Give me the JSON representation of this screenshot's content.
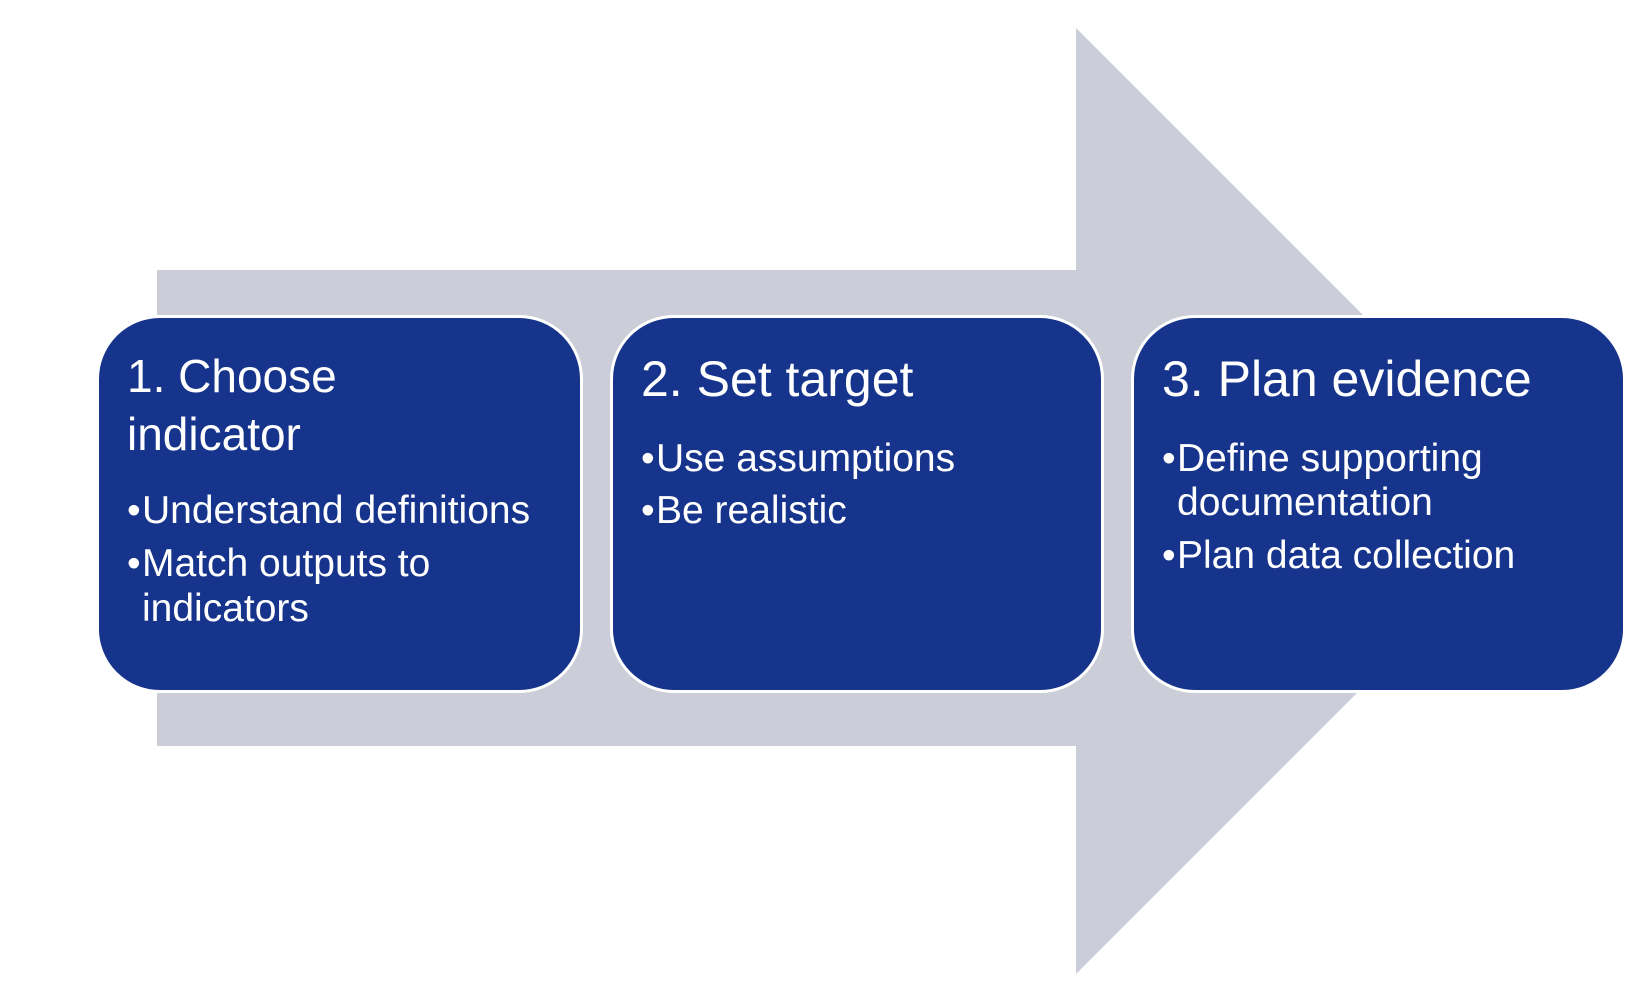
{
  "diagram": {
    "type": "process-arrow",
    "direction": "right",
    "background": "#ffffff",
    "arrow_color": "#cbcdd9",
    "box_fill": "#16348b",
    "box_border_color": "#ffffff",
    "text_color": "#ffffff",
    "bullet_char": "•",
    "steps": [
      {
        "title": "1. Choose\nindicator",
        "bullets": [
          "Understand definitions",
          "Match outputs to\nindicators"
        ]
      },
      {
        "title": "2. Set target",
        "bullets": [
          "Use assumptions",
          "Be realistic"
        ]
      },
      {
        "title": "3. Plan evidence",
        "bullets": [
          "Define supporting\ndocumentation",
          "Plan data collection"
        ]
      }
    ]
  }
}
